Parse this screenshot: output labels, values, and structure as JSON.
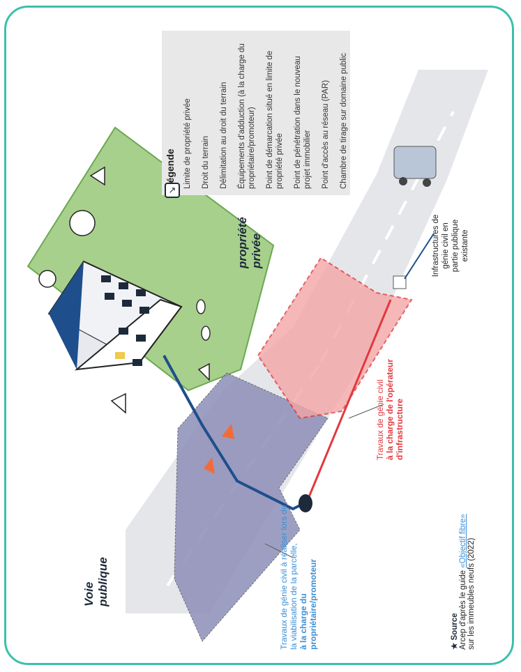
{
  "legend": {
    "title": "Légende",
    "items": [
      {
        "icon": "green-swatch-icon",
        "label": "Limite de propriété privée"
      },
      {
        "icon": "grey-diamond-icon",
        "label": "Droit du terrain"
      },
      {
        "icon": "zigzag-line-icon",
        "label": "Délimitation au droit du terrain"
      },
      {
        "icon": "l-bracket-icon",
        "label": "Équipements d'adduction (à la charge du propriétaire/promoteur)"
      },
      {
        "icon": "demarcation-triangle-icon",
        "label": "Point de démarcation situé en limite de propriété privée"
      },
      {
        "icon": "penetration-disc-icon",
        "label": "Point de pénétration dans le nouveau projet immobilier"
      },
      {
        "icon": "par-cylinder-icon",
        "label": "Point d'accès au réseau (PAR)"
      },
      {
        "icon": "cube-outline-icon",
        "label": "Chambre de tirage sur domaine public"
      }
    ]
  },
  "labels": {
    "propriete": "propriété privée",
    "voie": "Voie publique",
    "infra": "Infrastructures de génie civil en partie publique existante",
    "travaux_proprio_1": "Travaux de génie civil à réaliser lors de la viabilisation de la parcelle,",
    "travaux_proprio_2": "à la charge du propriétaire/promoteur",
    "travaux_oper_1": "Travaux de génie civil",
    "travaux_oper_2": "à la charge de l'opérateur d'infrastructure"
  },
  "source": {
    "title": "Source",
    "line1_prefix": "Arcep d'après le guide ",
    "line1_link": "«Objectif fibre»",
    "line2": "sur les immeubles neufs (2022)"
  },
  "colors": {
    "frame": "#3cc0aa",
    "property": "#a8d08d",
    "road": "#e5e6ea",
    "owner_zone": "#8d8fb8",
    "operator_zone": "#f3a6a6",
    "operator_red": "#e0393e",
    "owner_blue": "#3a8fd6"
  }
}
